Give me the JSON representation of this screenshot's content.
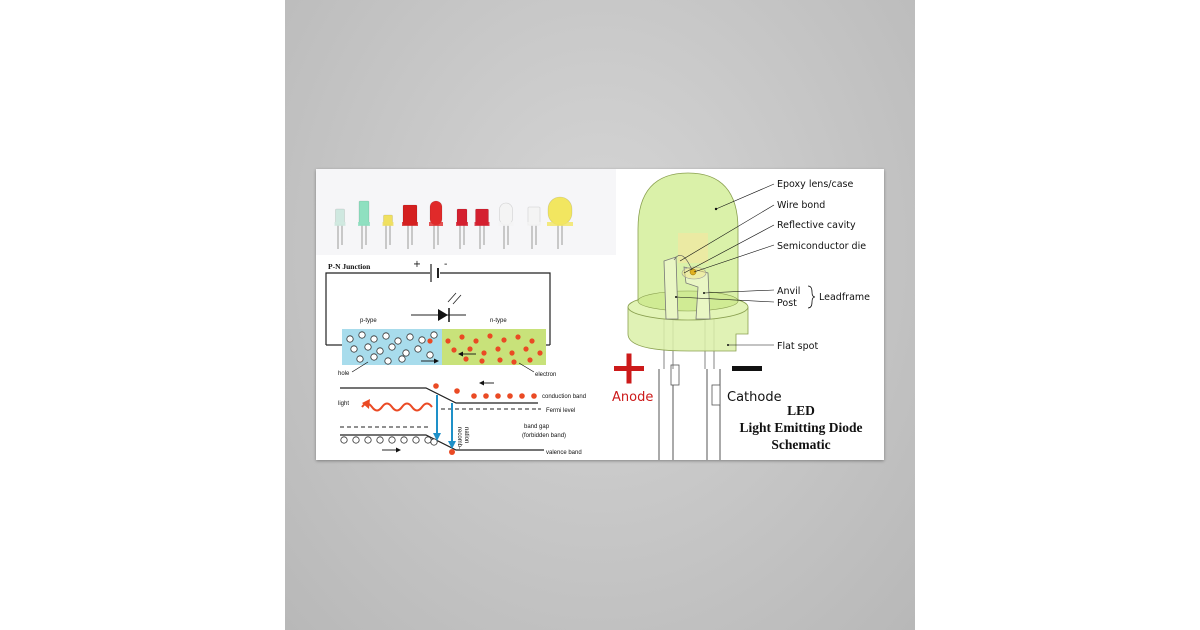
{
  "pn_diagram": {
    "title": "P-N Junction",
    "plus_sign": "+",
    "minus_sign": "-",
    "p_label": "p-type",
    "n_label": "n-type",
    "hole_label": "hole",
    "electron_label": "electron",
    "light_label": "light",
    "conduction_band": "conduction band",
    "fermi_level": "Fermi level",
    "band_gap": "band gap",
    "forbidden_band": "(forbidden band)",
    "valence_band": "valence band",
    "recombination_1": "recomb-",
    "recombination_2": "nation",
    "colors": {
      "p_region": "#a8dcec",
      "n_region": "#c8e27a",
      "electron": "#ea4a24",
      "arrow": "#1e90c8"
    }
  },
  "led_diagram": {
    "parts": {
      "epoxy": "Epoxy lens/case",
      "wire_bond": "Wire bond",
      "reflective_cavity": "Reflective cavity",
      "semiconductor_die": "Semiconductor die",
      "anvil": "Anvil",
      "post": "Post",
      "leadframe": "Leadframe",
      "flat_spot": "Flat spot"
    },
    "anode_label": "Anode",
    "cathode_label": "Cathode",
    "anode_sign": "+",
    "cathode_sign": "−",
    "title_line1": "LED",
    "title_line2": "Light Emitting Diode",
    "title_line3": "Schematic",
    "colors": {
      "lens": "#d6f0a0",
      "anode": "#cc1a1a"
    }
  },
  "led_photo": {
    "led_colors": [
      "#cfe8e0",
      "#8fe0c0",
      "#f0e060",
      "#d42020",
      "#e02a2a",
      "#d42030",
      "#d42030",
      "#f4f4f4",
      "#f4f4f4",
      "#f2e660"
    ]
  }
}
